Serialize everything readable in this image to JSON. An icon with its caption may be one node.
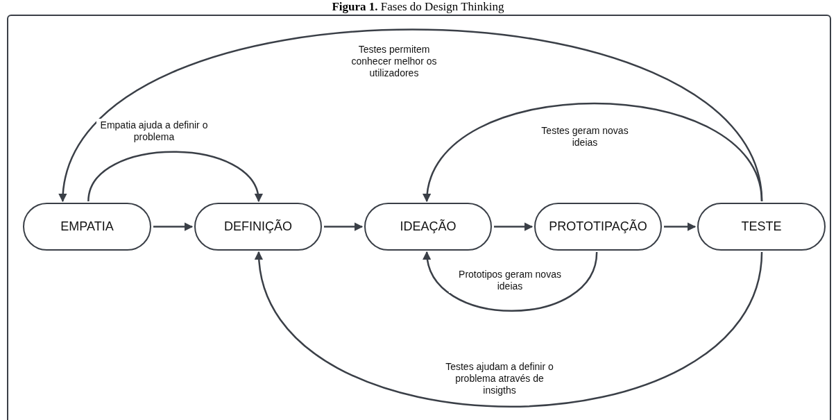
{
  "diagram": {
    "title": "**Figura 1.** Fases do Design Thinking",
    "nodes": [
      {
        "text": [
          "EMPATIA"
        ]
      },
      {
        "text": [
          "DEFINIÇÃO"
        ]
      },
      {
        "text": [
          "IDEAÇÃO"
        ]
      },
      {
        "text": [
          "PROTOTIPAÇÃO"
        ]
      },
      {
        "text": [
          "TESTE"
        ]
      }
    ],
    "edges": [
      {
        "from": 0,
        "to": 1,
        "arrow": "to"
      },
      {
        "from": 1,
        "to": 2,
        "arrow": "to"
      },
      {
        "from": 2,
        "to": 3,
        "arrow": "to"
      },
      {
        "from": 3,
        "to": 4,
        "arrow": "to"
      },
      {
        "from": 0,
        "to": 1,
        "arrow": "to",
        "label": "Empatia ajuda a definir o problema"
      },
      {
        "from": 4,
        "to": 0,
        "arrow": "to",
        "label": "Testes permitem conhecer melhor os utilizadores"
      },
      {
        "from": 4,
        "to": 2,
        "arrow": "to",
        "label": "Testes geram novas ideias"
      },
      {
        "from": 3,
        "to": 2,
        "arrow": "to",
        "label": "Prototipos geram novas ideias"
      },
      {
        "from": 4,
        "to": 1,
        "arrow": "to",
        "label": "Testes ajudam a definir o problema através de insigths"
      }
    ]
  }
}
